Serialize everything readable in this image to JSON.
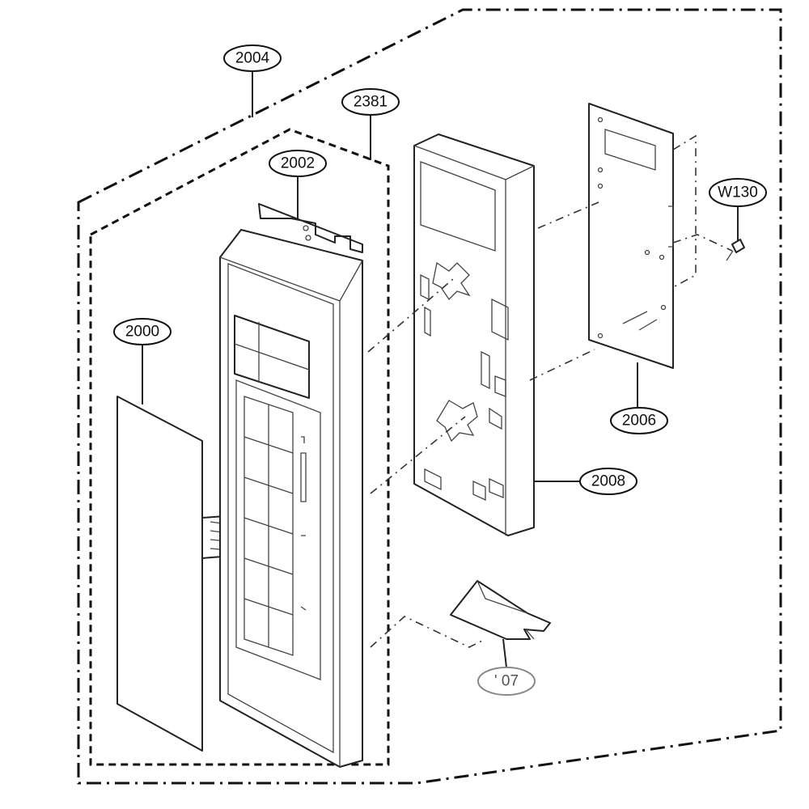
{
  "diagram": {
    "callouts": {
      "c2004": "2004",
      "c2381": "2381",
      "c2002": "2002",
      "c2000": "2000",
      "c2006": "2006",
      "c2008": "2008",
      "cW130": "W130",
      "c07": "' 07"
    }
  }
}
